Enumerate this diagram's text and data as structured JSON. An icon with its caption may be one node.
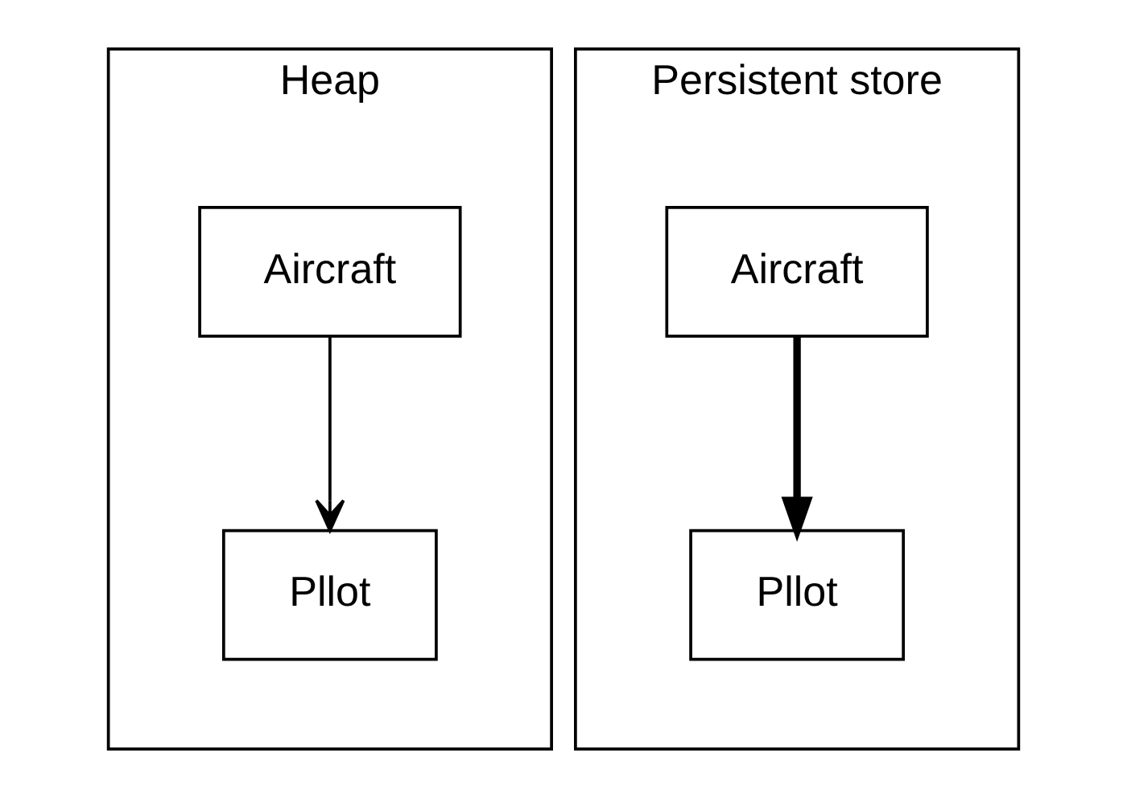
{
  "diagram": {
    "nodes": [
      {
        "text": [
          "Heap"
        ]
      },
      {
        "text": [
          "Aircraft"
        ],
        "in": 0
      },
      {
        "text": [
          "Pllot"
        ],
        "in": 0
      },
      {
        "text": [
          "Persistent store"
        ]
      },
      {
        "text": [
          "Aircraft"
        ],
        "in": 3
      },
      {
        "text": [
          "Pllot"
        ],
        "in": 3
      }
    ],
    "edges": [
      {
        "from": 1,
        "to": 2,
        "arrow": "to"
      },
      {
        "from": 4,
        "to": 5,
        "arrow": "to",
        "style": "thick"
      }
    ]
  }
}
